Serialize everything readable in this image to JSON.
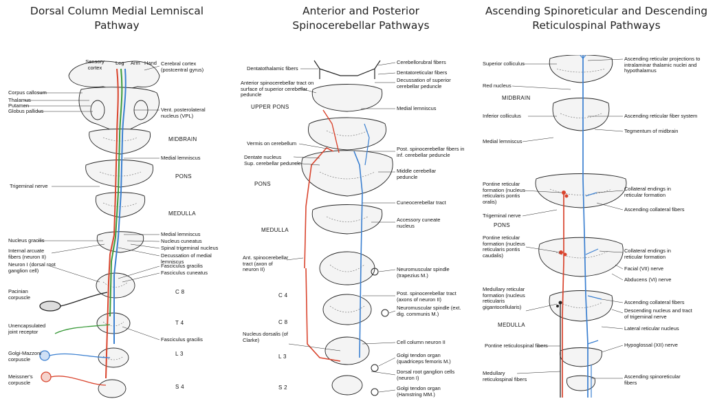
{
  "titles": {
    "dcml": "Dorsal Column Medial Lemniscal Pathway",
    "spinocerebellar": "Anterior and Posterior Spinocerebellar Pathways",
    "spinoreticular": "Ascending Spinoreticular and Descending Reticulospinal Pathways"
  },
  "colors": {
    "red": "#d9432c",
    "blue": "#3a7fd0",
    "green": "#3b9b3b",
    "line": "#222222",
    "tissue": "#f2f2f2"
  },
  "dcml": {
    "top_labels": [
      "Sensory cortex",
      "Leg",
      "Arm",
      "Hand"
    ],
    "left": [
      "Corpus callosum",
      "Thalamus",
      "Putamen",
      "Globus pallidus",
      "Trigeminal nerve",
      "Nucleus gracilis",
      "Internal arcuate fibers (neuron II)",
      "Neuron I (dorsal root ganglion cell)",
      "Pacinian corpuscle",
      "Unencapsulated joint receptor",
      "Golgi-Mazzoni corpuscle",
      "Meissner's corpuscle"
    ],
    "right": [
      "Cerebral cortex (postcentral gyrus)",
      "Vent. posterolateral nucleus (VPL)",
      "Medial lemniscus",
      "Medial lemniscus",
      "Nucleus cuneatus",
      "Spinal trigeminal nucleus",
      "Decussation of medial lemniscus",
      "Fasciculus gracilis",
      "Fasciculus cuneatus",
      "Fasciculus gracilis"
    ],
    "levels": [
      "MIDBRAIN",
      "PONS",
      "MEDULLA",
      "C 8",
      "T 4",
      "L 3",
      "S 4"
    ]
  },
  "spinocerebellar": {
    "left": [
      "Dentatothalamic fibers",
      "Anterior spinocerebellar tract on surface of superior cerebellar peduncle",
      "Vermis on cerebellum",
      "Dentate nucleus",
      "Sup. cerebellar peduncle",
      "Ant. spinocerebellar tract (axon of neuron II)",
      "Nucleus dorsalis (of Clarke)"
    ],
    "right": [
      "Cerebellorubral fibers",
      "Dentatoreticular fibers",
      "Decussation of superior cerebellar peduncle",
      "Medial lemniscus",
      "Post. spinocerebellar fibers in inf. cerebellar peduncle",
      "Middle cerebellar peduncle",
      "Cuneocerebellar tract",
      "Accessory cuneate nucleus",
      "Neuromuscular spindle (trapezius M.)",
      "Post. spinocerebellar tract (axons of neuron II)",
      "Neuromuscular spindle (ext. dig. communis M.)",
      "Cell column neuron II",
      "Golgi tendon organ (quadriceps femoris M.)",
      "Dorsal root ganglion cells (neuron I)",
      "Golgi tendon organ (Hamstring MM.)"
    ],
    "levels": [
      "UPPER PONS",
      "PONS",
      "MEDULLA",
      "C 4",
      "C 8",
      "L 3",
      "S 2"
    ]
  },
  "spinoreticular": {
    "left": [
      "Superior colliculus",
      "Red nucleus",
      "Inferior colliculus",
      "Medial lemniscus",
      "Pontine reticular formation (nucleus reticularis pontis oralis)",
      "Trigeminal nerve",
      "Pontine reticular formation (nucleus reticularis pontis caudalis)",
      "Medullary reticular formation (nucleus reticularis gigantocellularis)",
      "Pontine reticulospinal fibers",
      "Medullary reticulospinal fibers"
    ],
    "right": [
      "Ascending reticular projections to intralaminar thalamic nuclei and hypothalamus",
      "Ascending reticular fiber system",
      "Tegmentum of midbrain",
      "Collateral endings in reticular formation",
      "Ascending collateral fibers",
      "Collateral endings in reticular formation",
      "Facial (VII) nerve",
      "Abducens (VI) nerve",
      "Ascending collateral fibers",
      "Descending nucleus and tract of trigeminal nerve",
      "Lateral reticular nucleus",
      "Hypoglossal (XII) nerve",
      "Ascending spinoreticular fibers"
    ],
    "levels": [
      "MIDBRAIN",
      "PONS",
      "MEDULLA"
    ]
  }
}
